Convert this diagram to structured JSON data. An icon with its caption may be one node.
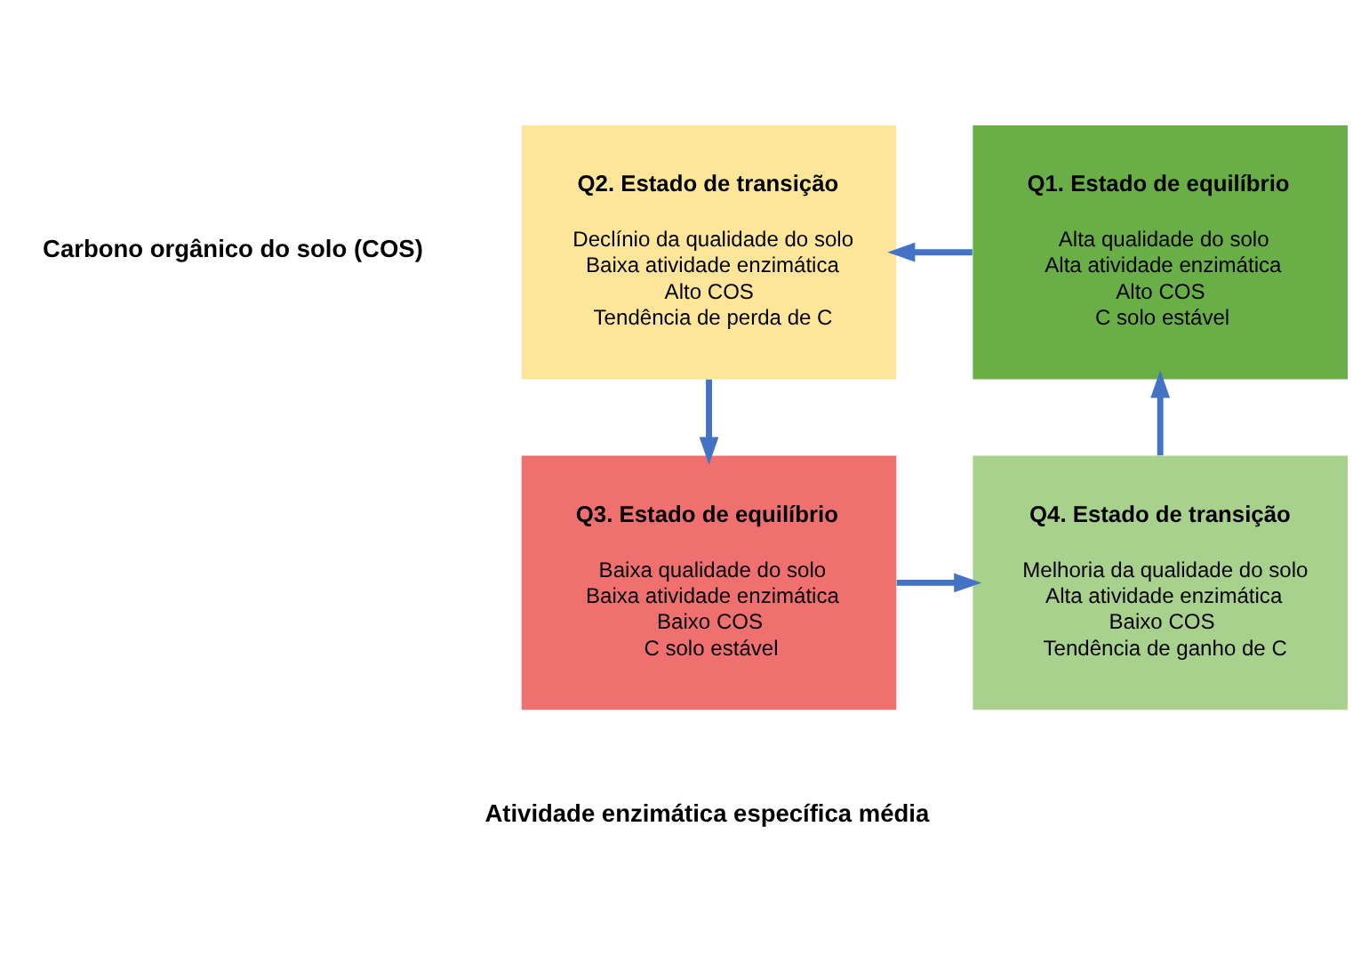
{
  "diagram": {
    "nodes": [
      {
        "text": [
          "Q2. Estado de transição",
          "Declínio da qualidade do solo",
          "Baixa atividade enzimática",
          "Alto COS",
          "Tendência de perda de C"
        ]
      },
      {
        "text": [
          "Q1. Estado de equilíbrio",
          "Alta qualidade do solo",
          "Alta atividade enzimática",
          "Alto COS",
          "C solo estável"
        ]
      },
      {
        "text": [
          "Q3. Estado de equilíbrio",
          "Baixa qualidade do solo",
          "Baixa atividade enzimática",
          "Baixo COS",
          "C solo estável"
        ]
      },
      {
        "text": [
          "Q4. Estado de transição",
          "Melhoria da qualidade do solo",
          "Alta atividade enzimática",
          "Baixo COS",
          "Tendência de ganho de C"
        ]
      }
    ],
    "edges": [
      {
        "from": 1,
        "to": 0,
        "arrow": "to"
      },
      {
        "from": 0,
        "to": 2,
        "arrow": "to"
      },
      {
        "from": 2,
        "to": 3,
        "arrow": "to"
      },
      {
        "from": 3,
        "to": 1,
        "arrow": "to"
      }
    ],
    "labels": [
      "Carbono orgânico do solo (COS)",
      "Atividade enzimática específica média"
    ]
  }
}
